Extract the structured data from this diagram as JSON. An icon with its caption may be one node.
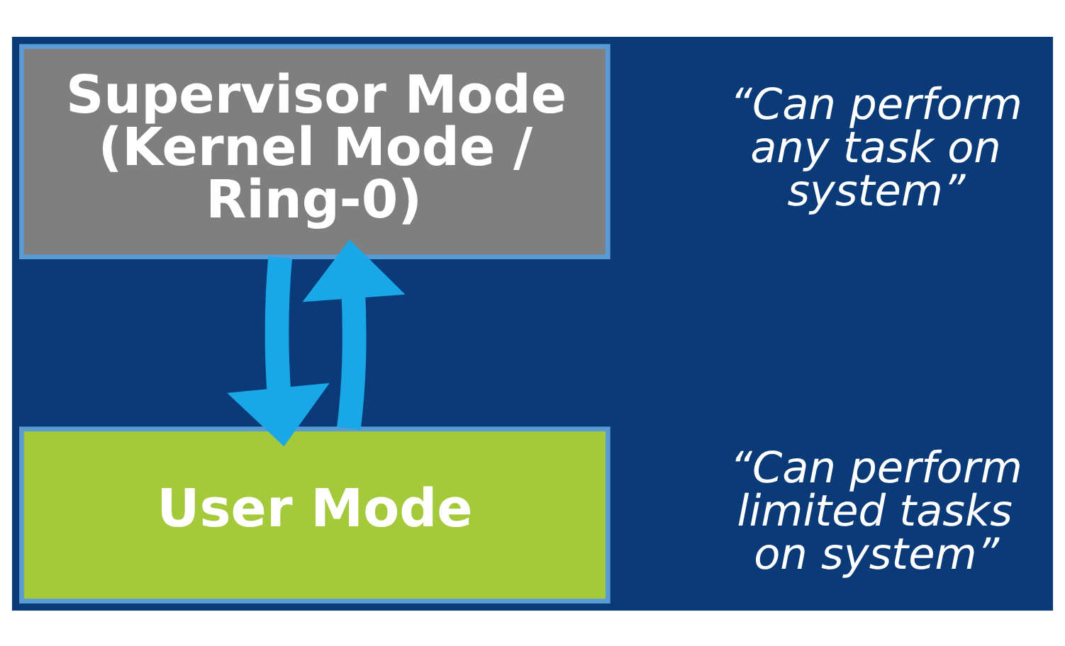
{
  "diagram": {
    "nodes": [
      {
        "text": [
          "Supervisor Mode (Kernel Mode / Ring-0)"
        ],
        "beside": [
          "“Can perform any task on system”"
        ]
      },
      {
        "text": [
          "User Mode"
        ],
        "beside": [
          "“Can perform limited tasks on system”"
        ]
      }
    ],
    "edges": [
      {
        "from": 1,
        "to": 0,
        "arrow": "to"
      },
      {
        "from": 0,
        "to": 1,
        "arrow": "to"
      }
    ]
  }
}
